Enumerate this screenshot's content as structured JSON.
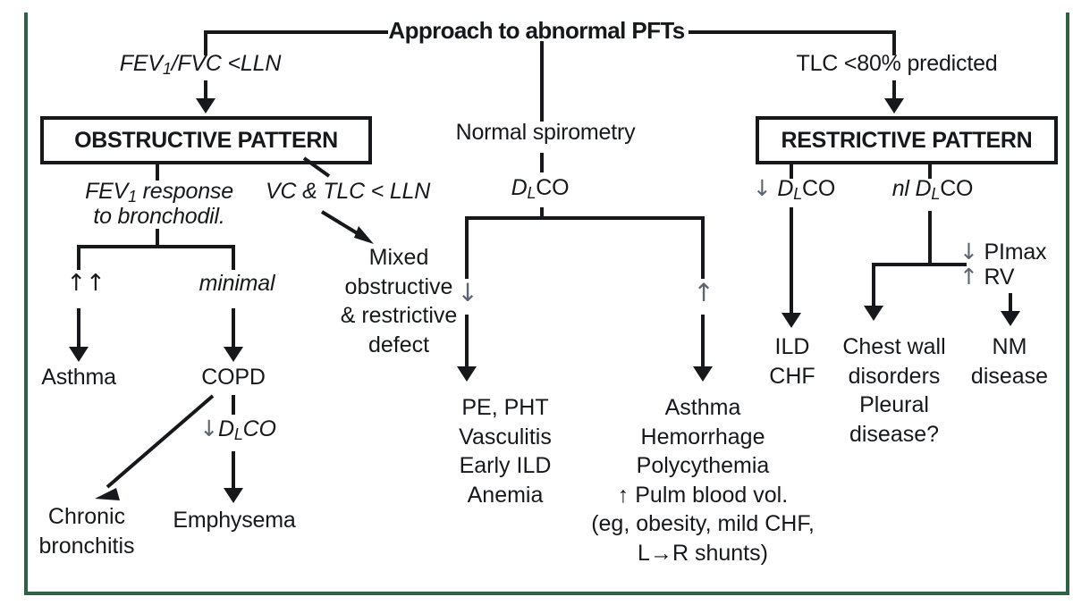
{
  "figure": {
    "title": "Approach to abnormal PFTs",
    "frame_color": "#2d6245",
    "ink_color": "#16181c"
  },
  "branches": {
    "left_condition": "FEV₁/FVC <LLN",
    "center_condition": "Normal spirometry",
    "right_condition": "TLC <80% predicted"
  },
  "boxes": {
    "obstructive": "OBSTRUCTIVE PATTERN",
    "restrictive": "RESTRICTIVE PATTERN"
  },
  "obstructive_branch": {
    "test_label_line1": "FEV₁ response",
    "test_label_line2": "to bronchodil.",
    "mixed_condition": "VC & TLC < LLN",
    "mixed_outcome": "Mixed\nobstructive\n& restrictive\ndefect",
    "response_strong": "↑↑",
    "response_minimal": "minimal",
    "outcome_asthma": "Asthma",
    "outcome_copd": "COPD",
    "copd_dlco": "↓DʟCO",
    "outcome_chronic_bronchitis": "Chronic\nbronchitis",
    "outcome_emphysema": "Emphysema"
  },
  "center_branch": {
    "dlco_label": "DʟCO",
    "low_marker": "↓",
    "high_marker": "↑",
    "low_outcomes": "PE, PHT\nVasculitis\nEarly ILD\nAnemia",
    "high_outcomes": "Asthma\nHemorrhage\nPolycythemia\n↑ Pulm blood vol.\n(eg, obesity, mild CHF,\nL→R shunts)"
  },
  "restrictive_branch": {
    "low_dlco": "↓ DʟCO",
    "normal_dlco": "nl DʟCO",
    "low_dlco_outcomes": "ILD\nCHF",
    "pimax_rv_line1": "↓ PImax",
    "pimax_rv_line2": "↑ RV",
    "chest_wall_outcomes": "Chest wall\ndisorders\nPleural\ndisease?",
    "nm_outcomes": "NM\ndisease"
  }
}
